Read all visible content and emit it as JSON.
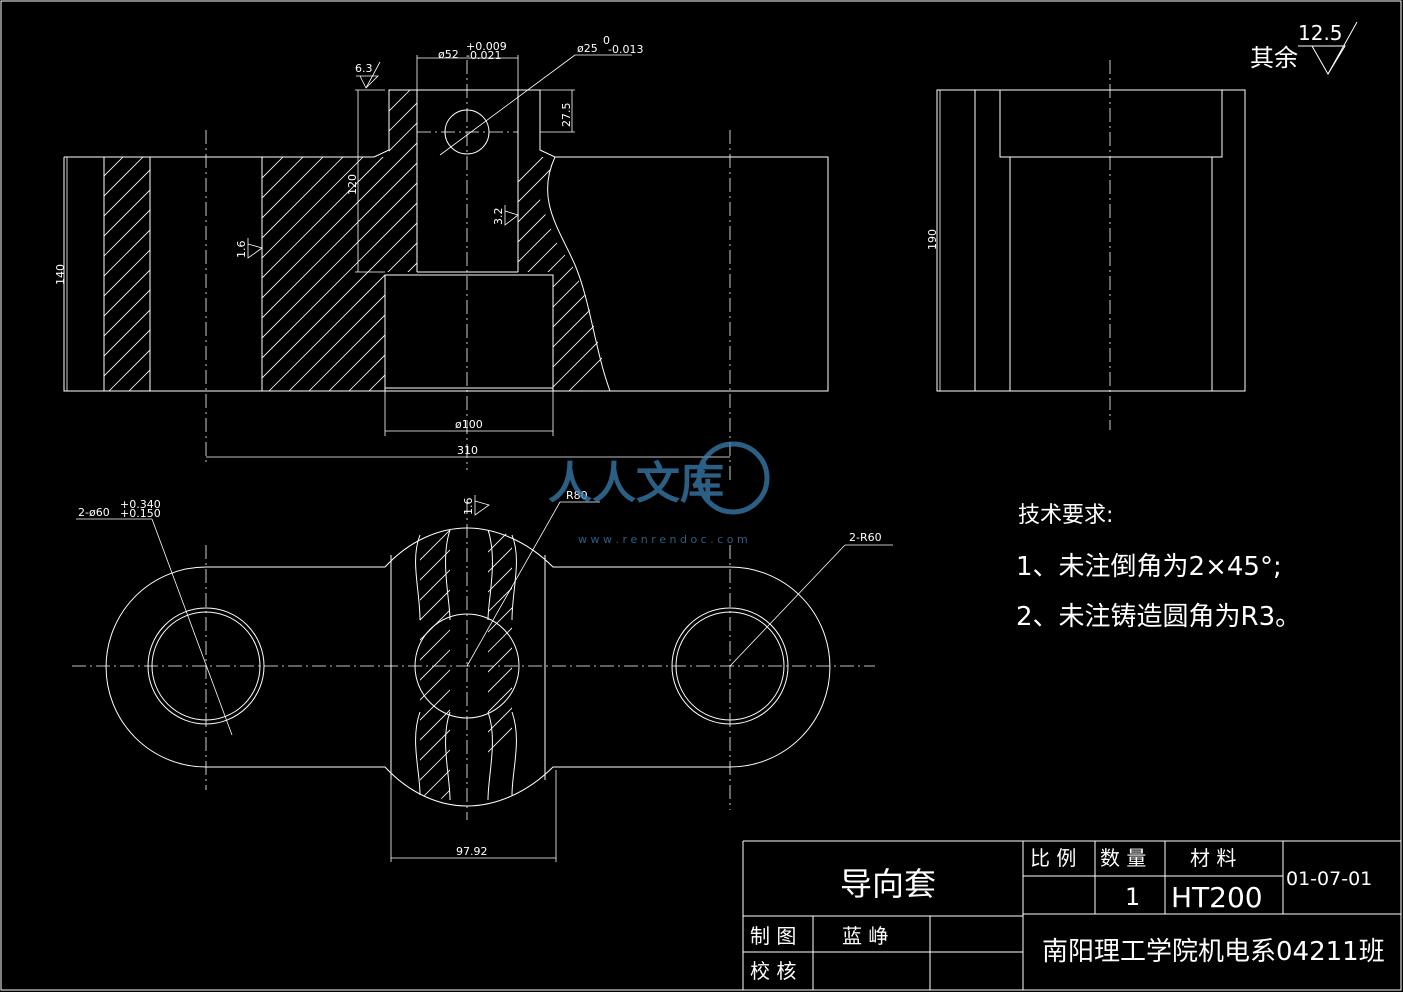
{
  "drawing": {
    "surface_finish_other": {
      "label": "其余",
      "value": "12.5"
    },
    "front_view_dims": {
      "bore_tol": "ø52",
      "bore_tol_upper": "+0.009",
      "bore_tol_lower": "-0.021",
      "pin_hole": "ø25",
      "pin_hole_upper": "0",
      "pin_hole_lower": "-0.013",
      "rough_63": "6.3",
      "height_275": "27.5",
      "height_120": "120",
      "rough_32": "3.2",
      "rough_16": "1.6",
      "height_140": "140",
      "dia_100": "ø100",
      "length_310": "310"
    },
    "side_view_dims": {
      "height_190": "190"
    },
    "top_view_dims": {
      "holes": "2-ø60",
      "holes_upper": "+0.340",
      "holes_lower": "+0.150",
      "rough_16": "1.6",
      "r80": "R80",
      "r60": "2-R60",
      "width_9792": "97.92"
    },
    "tech_requirements": {
      "title": "技术要求:",
      "item1": "1、未注倒角为2×45°;",
      "item2": "2、未注铸造圆角为R3。"
    },
    "title_block": {
      "part_name": "导向套",
      "scale_label": "比  例",
      "qty_label": "数  量",
      "material_label": "材  料",
      "qty_value": "1",
      "material_value": "HT200",
      "drawing_no": "01-07-01",
      "drawn_label": "制  图",
      "drawn_by": "蓝  峥",
      "checked_label": "校  核",
      "organization": "南阳理工学院机电系04211班"
    },
    "watermark": {
      "brand": "人人文库",
      "url": "w w w . r e n r e n d o c . c o m"
    }
  }
}
